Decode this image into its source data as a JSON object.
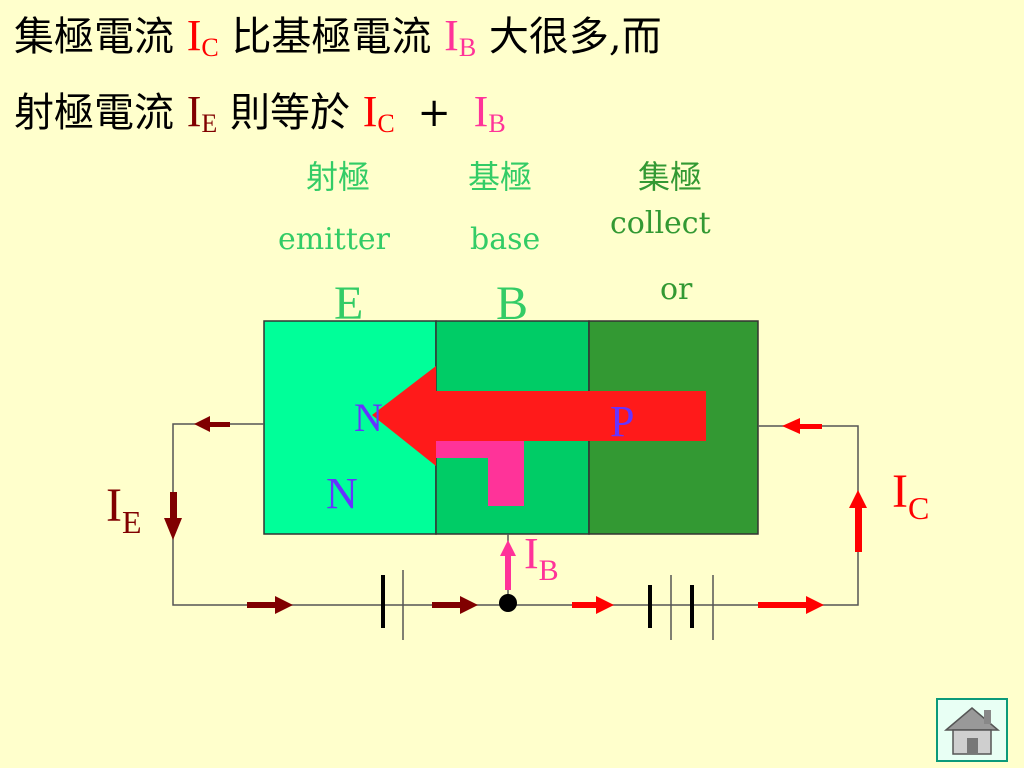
{
  "header": {
    "line1": {
      "text_a": "集極電流",
      "ic_sym": "I",
      "ic_sub": "C",
      "text_b": "比基極電流",
      "ib_sym": "I",
      "ib_sub": "B",
      "text_c": "大很多,而"
    },
    "line2": {
      "text_a": "射極電流",
      "ie_sym": "I",
      "ie_sub": "E",
      "text_b": "則等於",
      "ic_sym": "I",
      "ic_sub": "C",
      "plus": "+",
      "ib_sym": "I",
      "ib_sub": "B"
    }
  },
  "regions": {
    "emitter": {
      "zh": "射極",
      "en": "emitter",
      "letter": "E"
    },
    "base": {
      "zh": "基極",
      "en": "base",
      "letter": "B"
    },
    "collector": {
      "zh": "集極",
      "en_1": "collect",
      "en_2": "or"
    }
  },
  "materials": {
    "n_left": "N",
    "n_bottom": "N",
    "p": "P"
  },
  "currents": {
    "ie": {
      "sym": "I",
      "sub": "E"
    },
    "ib": {
      "sym": "I",
      "sub": "B"
    },
    "ic": {
      "sym": "I",
      "sub": "C"
    }
  },
  "colors": {
    "background": "#ffffcc",
    "ic_red": "#ff0000",
    "ib_pink": "#ff3399",
    "ie_maroon": "#800000",
    "label_green": "#33cc66",
    "emitter_fill": "#00ff99",
    "base_fill": "#00cc66",
    "collector_fill": "#339933",
    "letter_blue": "#6633ff"
  },
  "icons": {
    "home": "home-icon"
  }
}
